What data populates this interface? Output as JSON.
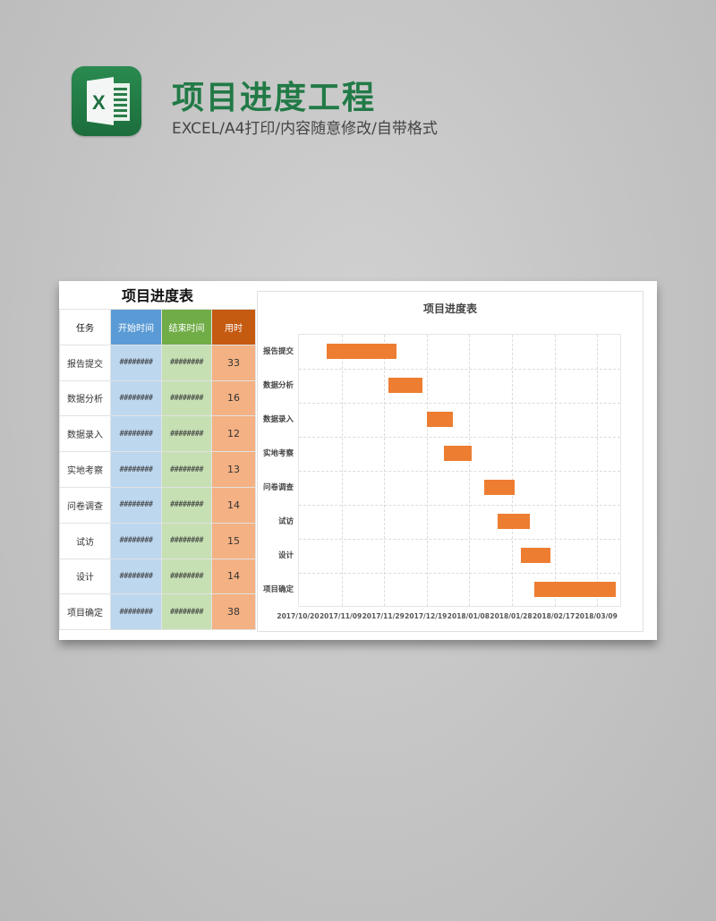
{
  "header": {
    "app_icon": "excel-icon",
    "title": "项目进度工程",
    "subtitle": "EXCEL/A4打印/内容随意修改/自带格式"
  },
  "sheet": {
    "title": "项目进度表",
    "columns": [
      "任务",
      "开始时间",
      "结束时间",
      "用时"
    ],
    "column_colors": [
      "#ffffff",
      "#5b9bd5",
      "#70ad47",
      "#c55a11"
    ],
    "rows": [
      {
        "task": "报告提交",
        "start": "########",
        "end": "########",
        "duration": "33"
      },
      {
        "task": "数据分析",
        "start": "########",
        "end": "########",
        "duration": "16"
      },
      {
        "task": "数据录入",
        "start": "########",
        "end": "########",
        "duration": "12"
      },
      {
        "task": "实地考察",
        "start": "########",
        "end": "########",
        "duration": "13"
      },
      {
        "task": "问卷调查",
        "start": "########",
        "end": "########",
        "duration": "14"
      },
      {
        "task": "试访",
        "start": "########",
        "end": "########",
        "duration": "15"
      },
      {
        "task": "设计",
        "start": "########",
        "end": "########",
        "duration": "14"
      },
      {
        "task": "项目确定",
        "start": "########",
        "end": "########",
        "duration": "38"
      }
    ]
  },
  "chart_data": {
    "type": "bar",
    "orientation": "horizontal-gantt",
    "title": "项目进度表",
    "xlabel": "",
    "ylabel": "",
    "bar_color": "#ed7d31",
    "grid": true,
    "legend": "none",
    "x_ticks": [
      "2017/10/20",
      "2017/11/09",
      "2017/11/29",
      "2017/12/19",
      "2018/01/08",
      "2018/01/28",
      "2018/02/17",
      "2018/03/09"
    ],
    "xlim": [
      "2017/10/20",
      "2018/03/24"
    ],
    "categories": [
      "报告提交",
      "数据分析",
      "数据录入",
      "实地考察",
      "问卷调查",
      "试访",
      "设计",
      "项目确定"
    ],
    "series": [
      {
        "name": "开始时间",
        "values": [
          "2017/11/02",
          "2017/12/01",
          "2017/12/19",
          "2017/12/27",
          "2018/01/15",
          "2018/01/21",
          "2018/02/01",
          "2018/02/07"
        ]
      },
      {
        "name": "用时",
        "values": [
          33,
          16,
          12,
          13,
          14,
          15,
          14,
          38
        ]
      }
    ]
  }
}
